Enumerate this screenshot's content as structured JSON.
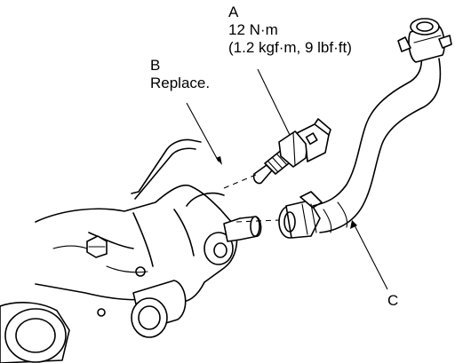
{
  "callouts": {
    "a": {
      "letter": "A",
      "torque_nm": "12 N·m",
      "torque_alt": "(1.2 kgf·m, 9 lbf·ft)"
    },
    "b": {
      "letter": "B",
      "note": "Replace."
    },
    "c": {
      "letter": "C"
    }
  },
  "colors": {
    "line": "#000000",
    "background": "#ffffff"
  }
}
